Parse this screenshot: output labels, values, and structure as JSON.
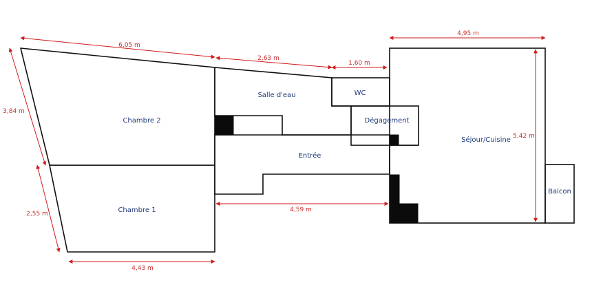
{
  "rooms": {
    "chambre_2": "Chambre 2",
    "chambre_1": "Chambre 1",
    "salle_deau": "Salle d'eau",
    "wc": "WC",
    "degagement": "Dégagement",
    "entree": "Entrée",
    "sejour_cuisine": "Séjour/Cuisine",
    "balcon": "Balcon"
  },
  "dimensions": {
    "top_chambre2": "6,05 m",
    "top_salle_deau": "2,63 m",
    "top_wc": "1,60 m",
    "top_sejour": "4,95 m",
    "left_chambre2": "3,84 m",
    "left_chambre1": "2,55 m",
    "bottom_chambre1": "4,43 m",
    "entree_length": "4,59 m",
    "sejour_height": "5,42 m"
  },
  "colors": {
    "walls": "#111111",
    "dimension_lines": "#d11a1a",
    "dimension_text": "#c83030",
    "room_text": "#1f3a7a"
  }
}
